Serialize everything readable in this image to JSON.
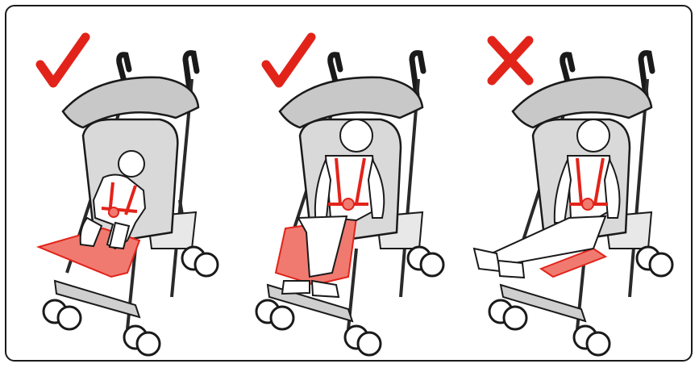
{
  "colors": {
    "outline": "#1a1a1a",
    "canopy": "#c8c8c8",
    "seat": "#d9d9d9",
    "frame": "#2a2a2a",
    "accent": "#e2231a",
    "accent_fill": "#f07a70",
    "skin": "#ffffff"
  },
  "panels": [
    {
      "mark": "check-icon",
      "position": "lying-flat",
      "correct": true
    },
    {
      "mark": "check-icon",
      "position": "reclined-legs-supported",
      "correct": true
    },
    {
      "mark": "cross-icon",
      "position": "reclined-legs-unsupported",
      "correct": false
    }
  ]
}
